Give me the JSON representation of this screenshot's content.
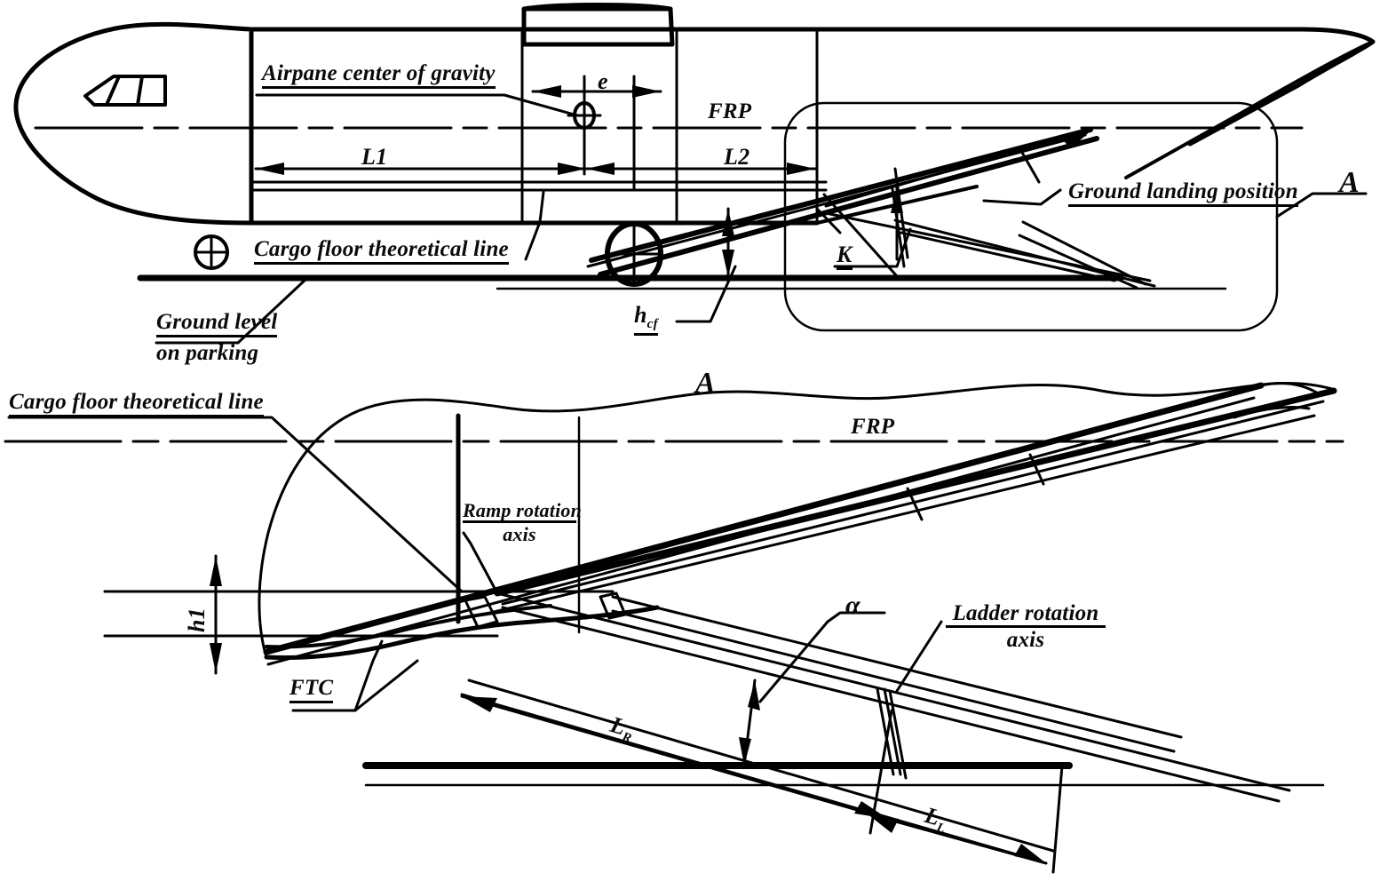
{
  "figure": {
    "domain": "technical-engineering-drawing",
    "subject": "Cargo aircraft side view with rear ramp and ladder geometry",
    "views": [
      {
        "id": "main-view",
        "name": "Aircraft side elevation on parking"
      },
      {
        "id": "detail-view-a",
        "name": "Detail A — enlarged rear fuselage ramp"
      }
    ]
  },
  "labels": {
    "cg": "Airpane center of gravity",
    "cargo_floor_line_top": "Cargo floor theoretical line",
    "cargo_floor_line_bottom": "Cargo floor theoretical line",
    "ground_level_line1": "Ground level",
    "ground_level_line2": "on parking",
    "ground_landing_position": "Ground landing position",
    "frp_top": "FRP",
    "frp_bottom": "FRP",
    "detail_callout_top": "A",
    "detail_title_bottom": "A",
    "ramp_rotation_line1": "Ramp rotation",
    "ramp_rotation_line2": "axis",
    "ladder_rotation_line1": "Ladder rotation",
    "ladder_rotation_line2": "axis",
    "ftc": "FTC"
  },
  "dimensions": {
    "l1": "L1",
    "l2": "L2",
    "e": "e",
    "k": "K",
    "h_cf_base": "h",
    "h_cf_sub": "cf",
    "h1": "h1",
    "lr_base": "L",
    "lr_sub": "R",
    "ll_base": "L",
    "ll_sub": "L",
    "alpha": "α"
  },
  "style": {
    "ink": "#000000",
    "paper": "#ffffff",
    "thin_stroke": 2,
    "medium_stroke": 3,
    "heavy_stroke": 6
  }
}
